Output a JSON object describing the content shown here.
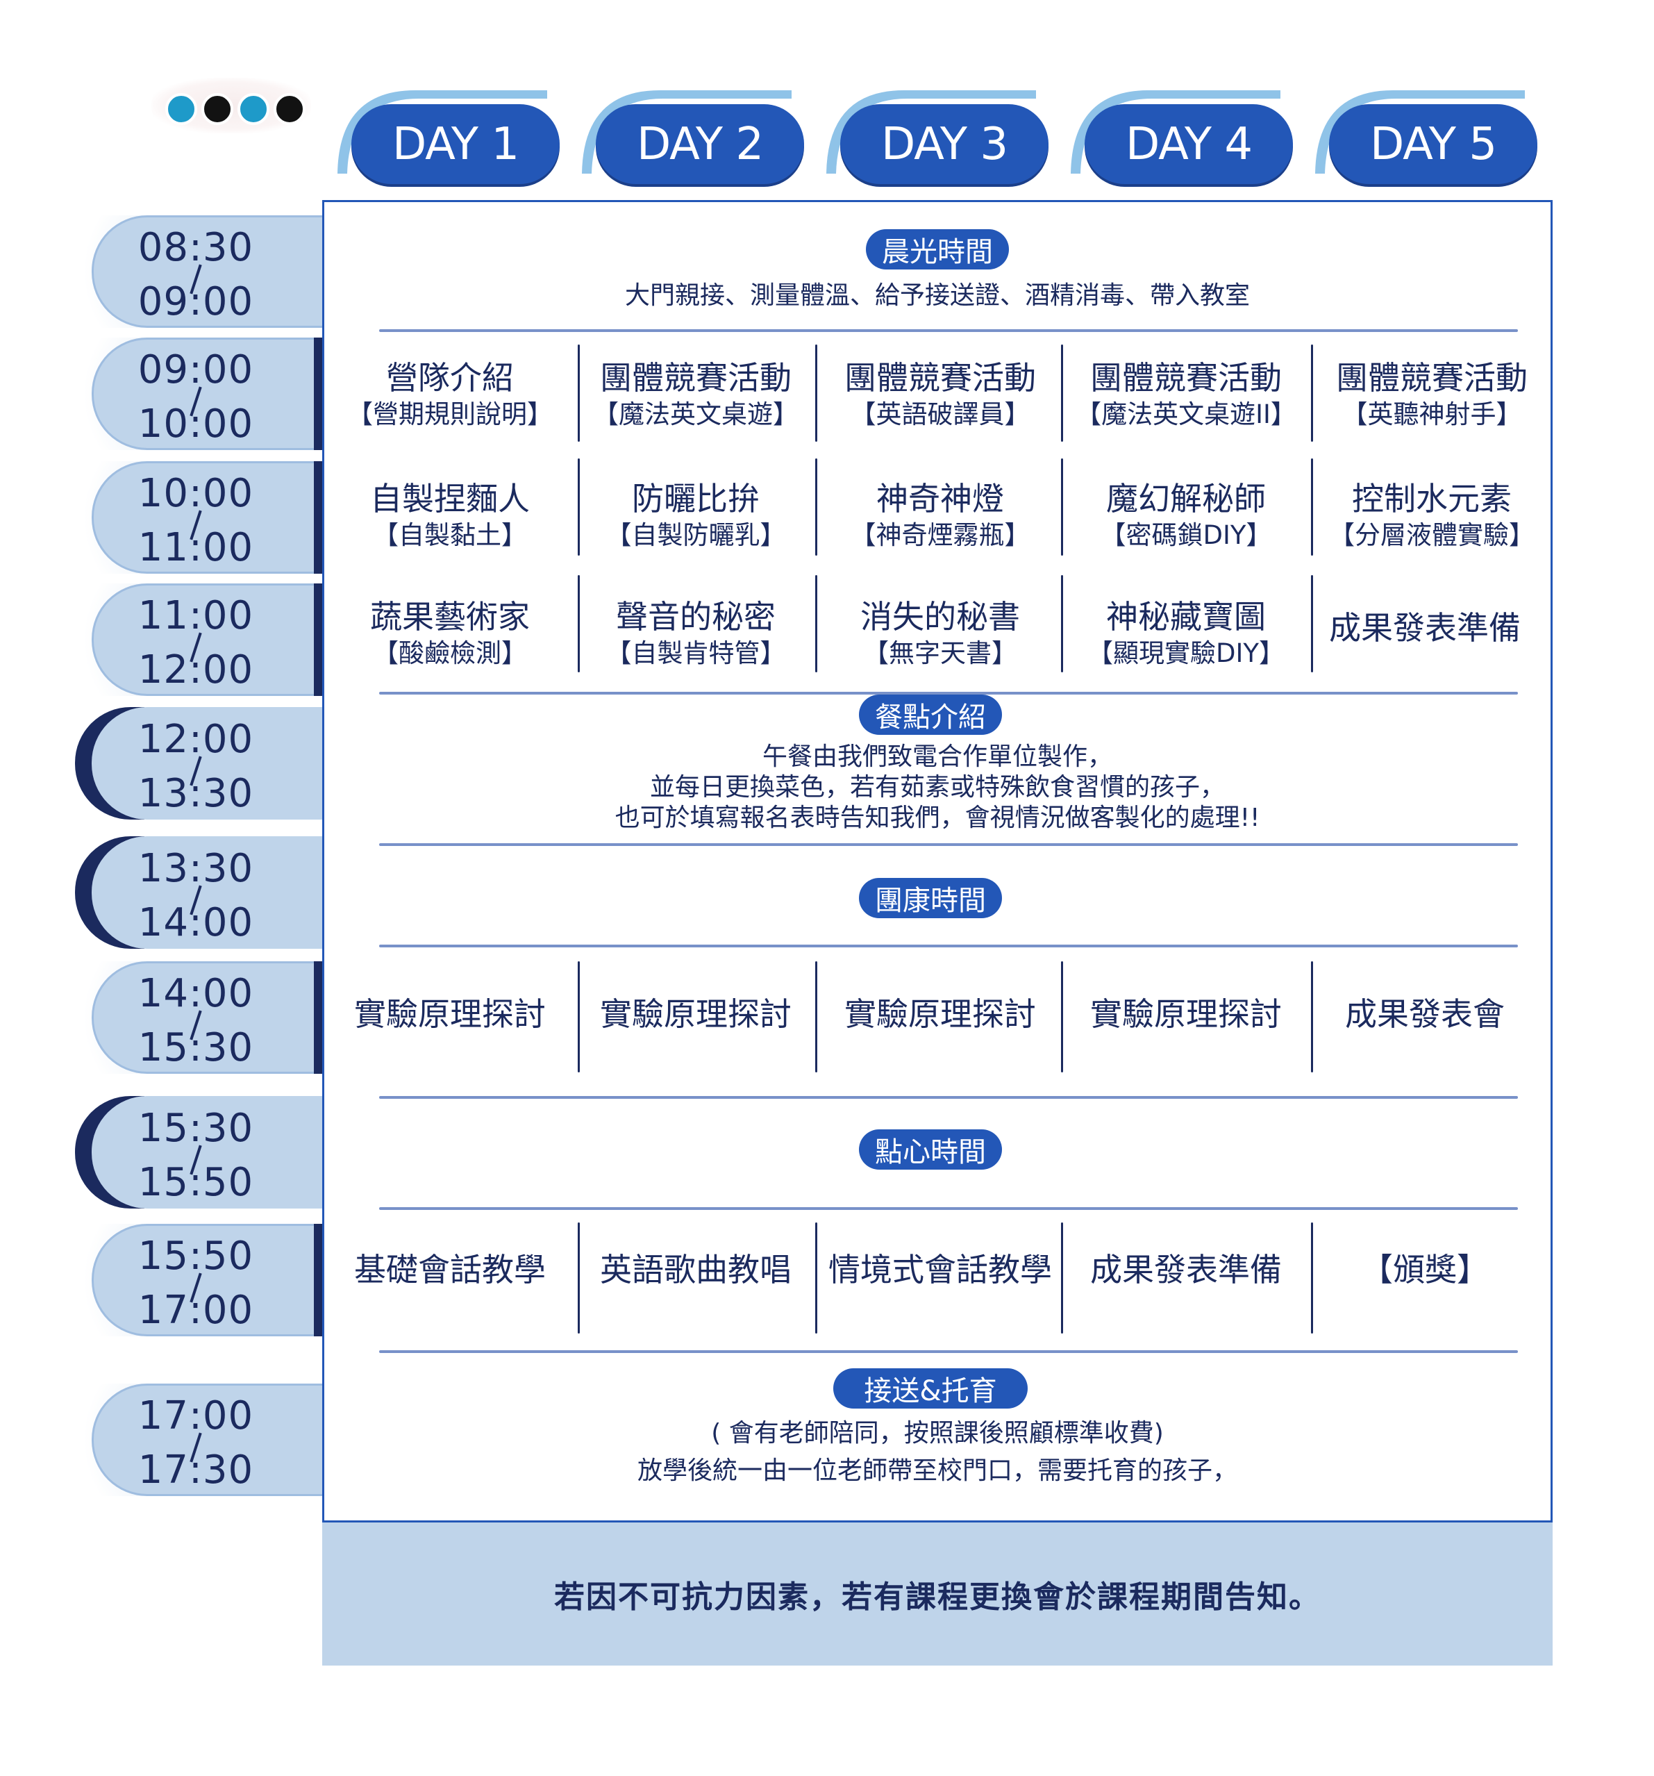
{
  "days": [
    "DAY 1",
    "DAY 2",
    "DAY 3",
    "DAY 4",
    "DAY 5"
  ],
  "times": [
    {
      "start": "08:30",
      "end": "09:00",
      "style": "plain"
    },
    {
      "start": "09:00",
      "end": "10:00",
      "style": "bar"
    },
    {
      "start": "10:00",
      "end": "11:00",
      "style": "bar"
    },
    {
      "start": "11:00",
      "end": "12:00",
      "style": "bar"
    },
    {
      "start": "12:00",
      "end": "13:30",
      "style": "crescent"
    },
    {
      "start": "13:30",
      "end": "14:00",
      "style": "crescent"
    },
    {
      "start": "14:00",
      "end": "15:30",
      "style": "bar"
    },
    {
      "start": "15:30",
      "end": "15:50",
      "style": "crescent"
    },
    {
      "start": "15:50",
      "end": "17:00",
      "style": "bar"
    },
    {
      "start": "17:00",
      "end": "17:30",
      "style": "plain"
    }
  ],
  "morning": {
    "title": "晨光時間",
    "text": "大門親接、測量體溫、給予接送證、酒精消毒、帶入教室"
  },
  "rows": [
    [
      {
        "main": "營隊介紹",
        "sub": "【營期規則說明】"
      },
      {
        "main": "團體競賽活動",
        "sub": "【魔法英文桌遊】"
      },
      {
        "main": "團體競賽活動",
        "sub": "【英語破譯員】"
      },
      {
        "main": "團體競賽活動",
        "sub": "【魔法英文桌遊II】"
      },
      {
        "main": "團體競賽活動",
        "sub": "【英聽神射手】"
      }
    ],
    [
      {
        "main": "自製捏麵人",
        "sub": "【自製黏土】"
      },
      {
        "main": "防曬比拚",
        "sub": "【自製防曬乳】"
      },
      {
        "main": "神奇神燈",
        "sub": "【神奇煙霧瓶】"
      },
      {
        "main": "魔幻解秘師",
        "sub": "【密碼鎖DIY】"
      },
      {
        "main": "控制水元素",
        "sub": "【分層液體實驗】"
      }
    ],
    [
      {
        "main": "蔬果藝術家",
        "sub": "【酸鹼檢測】"
      },
      {
        "main": "聲音的秘密",
        "sub": "【自製肯特管】"
      },
      {
        "main": "消失的秘書",
        "sub": "【無字天書】"
      },
      {
        "main": "神秘藏寶圖",
        "sub": "【顯現實驗DIY】"
      },
      {
        "main": "成果發表準備",
        "sub": ""
      }
    ]
  ],
  "lunch": {
    "title": "餐點介紹",
    "lines": [
      "午餐由我們致電合作單位製作，",
      "並每日更換菜色，若有茹素或特殊飲食習慣的孩子，",
      "也可於填寫報名表時告知我們，會視情況做客製化的處理!!"
    ]
  },
  "team": {
    "title": "團康時間"
  },
  "afternoon1": [
    "實驗原理探討",
    "實驗原理探討",
    "實驗原理探討",
    "實驗原理探討",
    "成果發表會"
  ],
  "snack": {
    "title": "點心時間"
  },
  "afternoon2": [
    "基礎會話教學",
    "英語歌曲教唱",
    "情境式會話教學",
    "成果發表準備",
    "【頒獎】"
  ],
  "pickup": {
    "title": "接送&托育",
    "lines": [
      "( 會有老師陪同，按照課後照顧標準收費)",
      "放學後統一由一位老師帶至校門口，需要托育的孩子，"
    ]
  },
  "footer": "若因不可抗力因素，若有課程更換會於課程期間告知。",
  "colors": {
    "pill": "#2357b7",
    "navy": "#1b2a5e",
    "light": "#bfd4ea"
  }
}
